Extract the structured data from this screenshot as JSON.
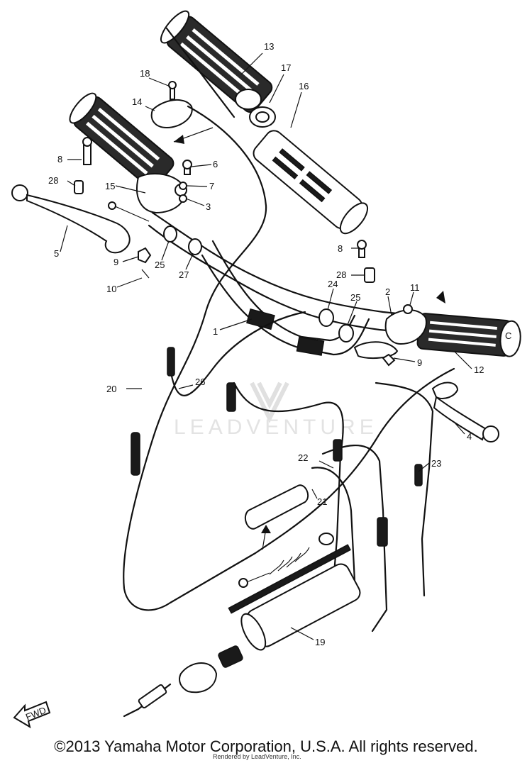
{
  "copyright": "©2013 Yamaha Motor Corporation, U.S.A. All rights reserved.",
  "credit": "Rendered by LeadVenture, Inc.",
  "watermark": "LEADVENTURE",
  "fwd_label": "FWD",
  "end_cap_label": "C",
  "callouts": [
    "1",
    "2",
    "3",
    "4",
    "5",
    "6",
    "7",
    "8",
    "8",
    "9",
    "9",
    "10",
    "11",
    "12",
    "13",
    "14",
    "15",
    "16",
    "17",
    "18",
    "19",
    "20",
    "21",
    "22",
    "23",
    "24",
    "25",
    "25",
    "26",
    "27",
    "28",
    "28"
  ]
}
